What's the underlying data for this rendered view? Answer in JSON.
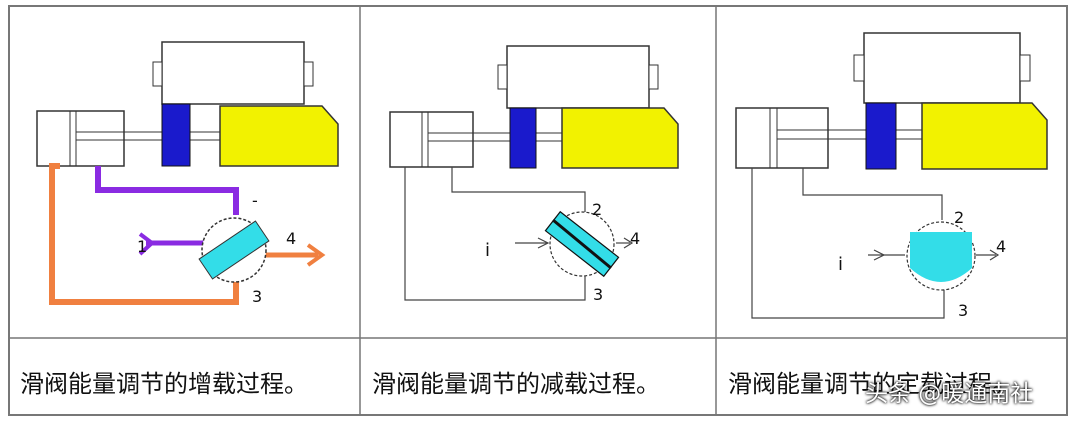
{
  "panels": [
    {
      "id": "increase",
      "caption": "滑阀能量调节的增载过程。",
      "port_labels": {
        "p1": "1",
        "p2": "-",
        "p3": "3",
        "p4": "4"
      }
    },
    {
      "id": "decrease",
      "caption": "滑阀能量调节的减载过程。",
      "port_labels": {
        "p1": "i",
        "p2": "2",
        "p3": "3",
        "p4": "4"
      }
    },
    {
      "id": "hold",
      "caption": "滑阀能量调节的定载过程。",
      "port_labels": {
        "p1": "i",
        "p2": "2",
        "p3": "3",
        "p4": "4"
      }
    }
  ],
  "watermark": "头条 @暖通南社",
  "colors": {
    "piston_blue": "#1a1acc",
    "slide_yellow": "#f2f200",
    "valve_cyan": "#33dde8",
    "oil_purple": "#8a2be2",
    "oil_orange": "#f08040",
    "line_gray": "#444444"
  }
}
